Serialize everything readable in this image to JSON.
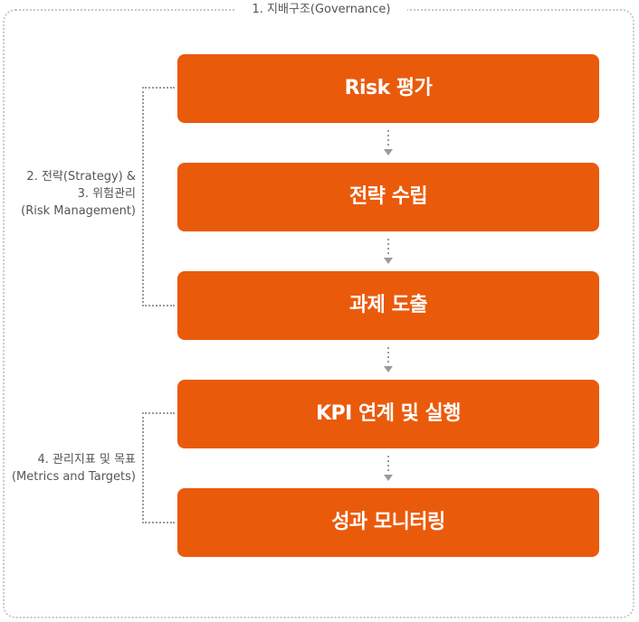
{
  "governance": {
    "title": "1. 지배구조(Governance)"
  },
  "steps": [
    {
      "label": "Risk 평가"
    },
    {
      "label": "전략 수립"
    },
    {
      "label": "과제 도출"
    },
    {
      "label": "KPI 연계 및 실행"
    },
    {
      "label": "성과 모니터링"
    }
  ],
  "groups": [
    {
      "lines": [
        "2. 전략(Strategy) &",
        "3. 위험관리",
        "(Risk Management)"
      ]
    },
    {
      "lines": [
        "4. 관리지표 및 목표",
        "(Metrics and Targets)"
      ]
    }
  ],
  "colors": {
    "step_fill": "#ea5a0b",
    "step_text": "#ffffff",
    "connector": "#9a9a9a",
    "frame_border": "#c8c8c8"
  }
}
